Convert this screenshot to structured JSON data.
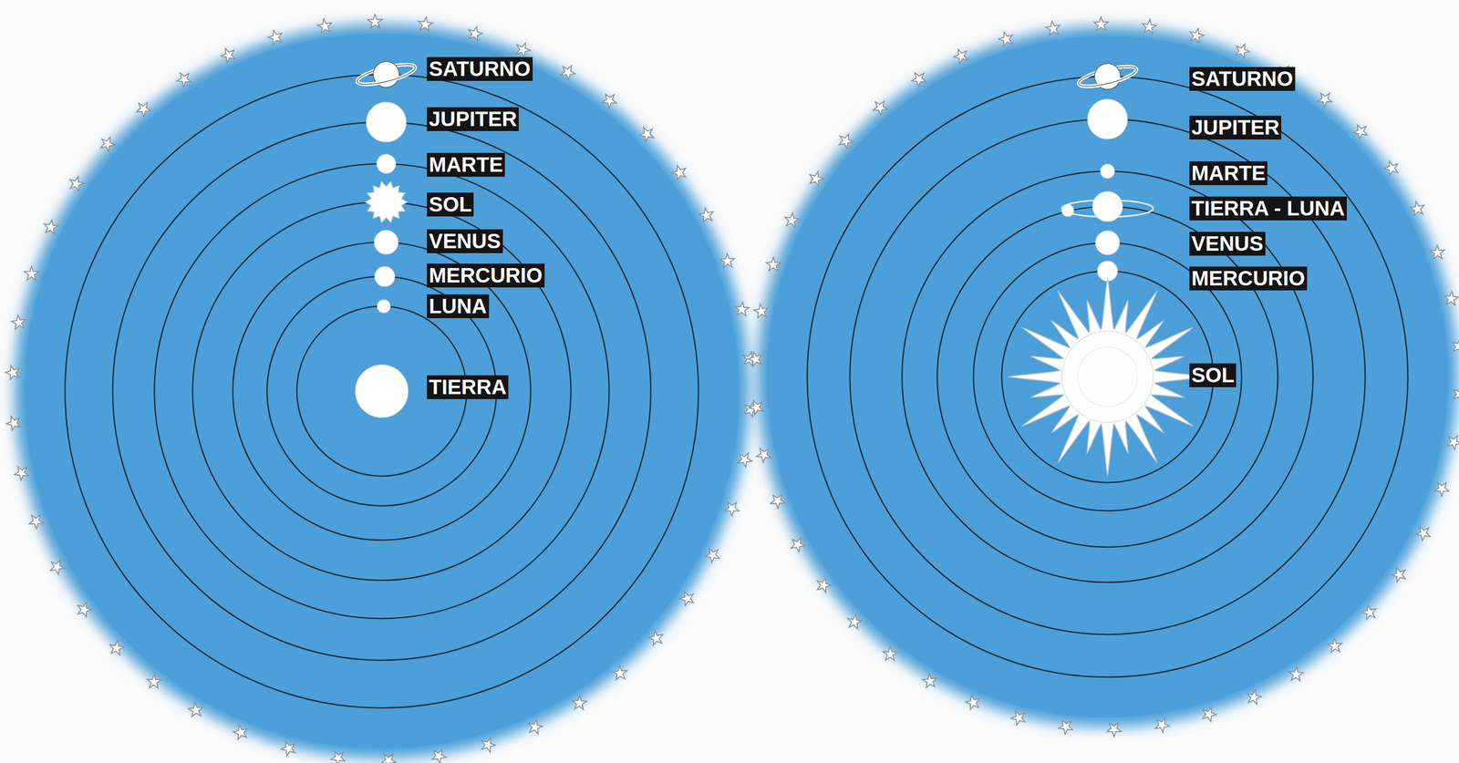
{
  "diagram": {
    "labels": [
      "SATURNO",
      "JUPITER",
      "MARTE",
      "SOL",
      "VENUS",
      "MERCURIO",
      "LUNA",
      "TIERRA",
      "SATURNO",
      "JUPITER",
      "MARTE",
      "TIERRA - LUNA",
      "VENUS",
      "MERCURIO",
      "SOL"
    ]
  }
}
